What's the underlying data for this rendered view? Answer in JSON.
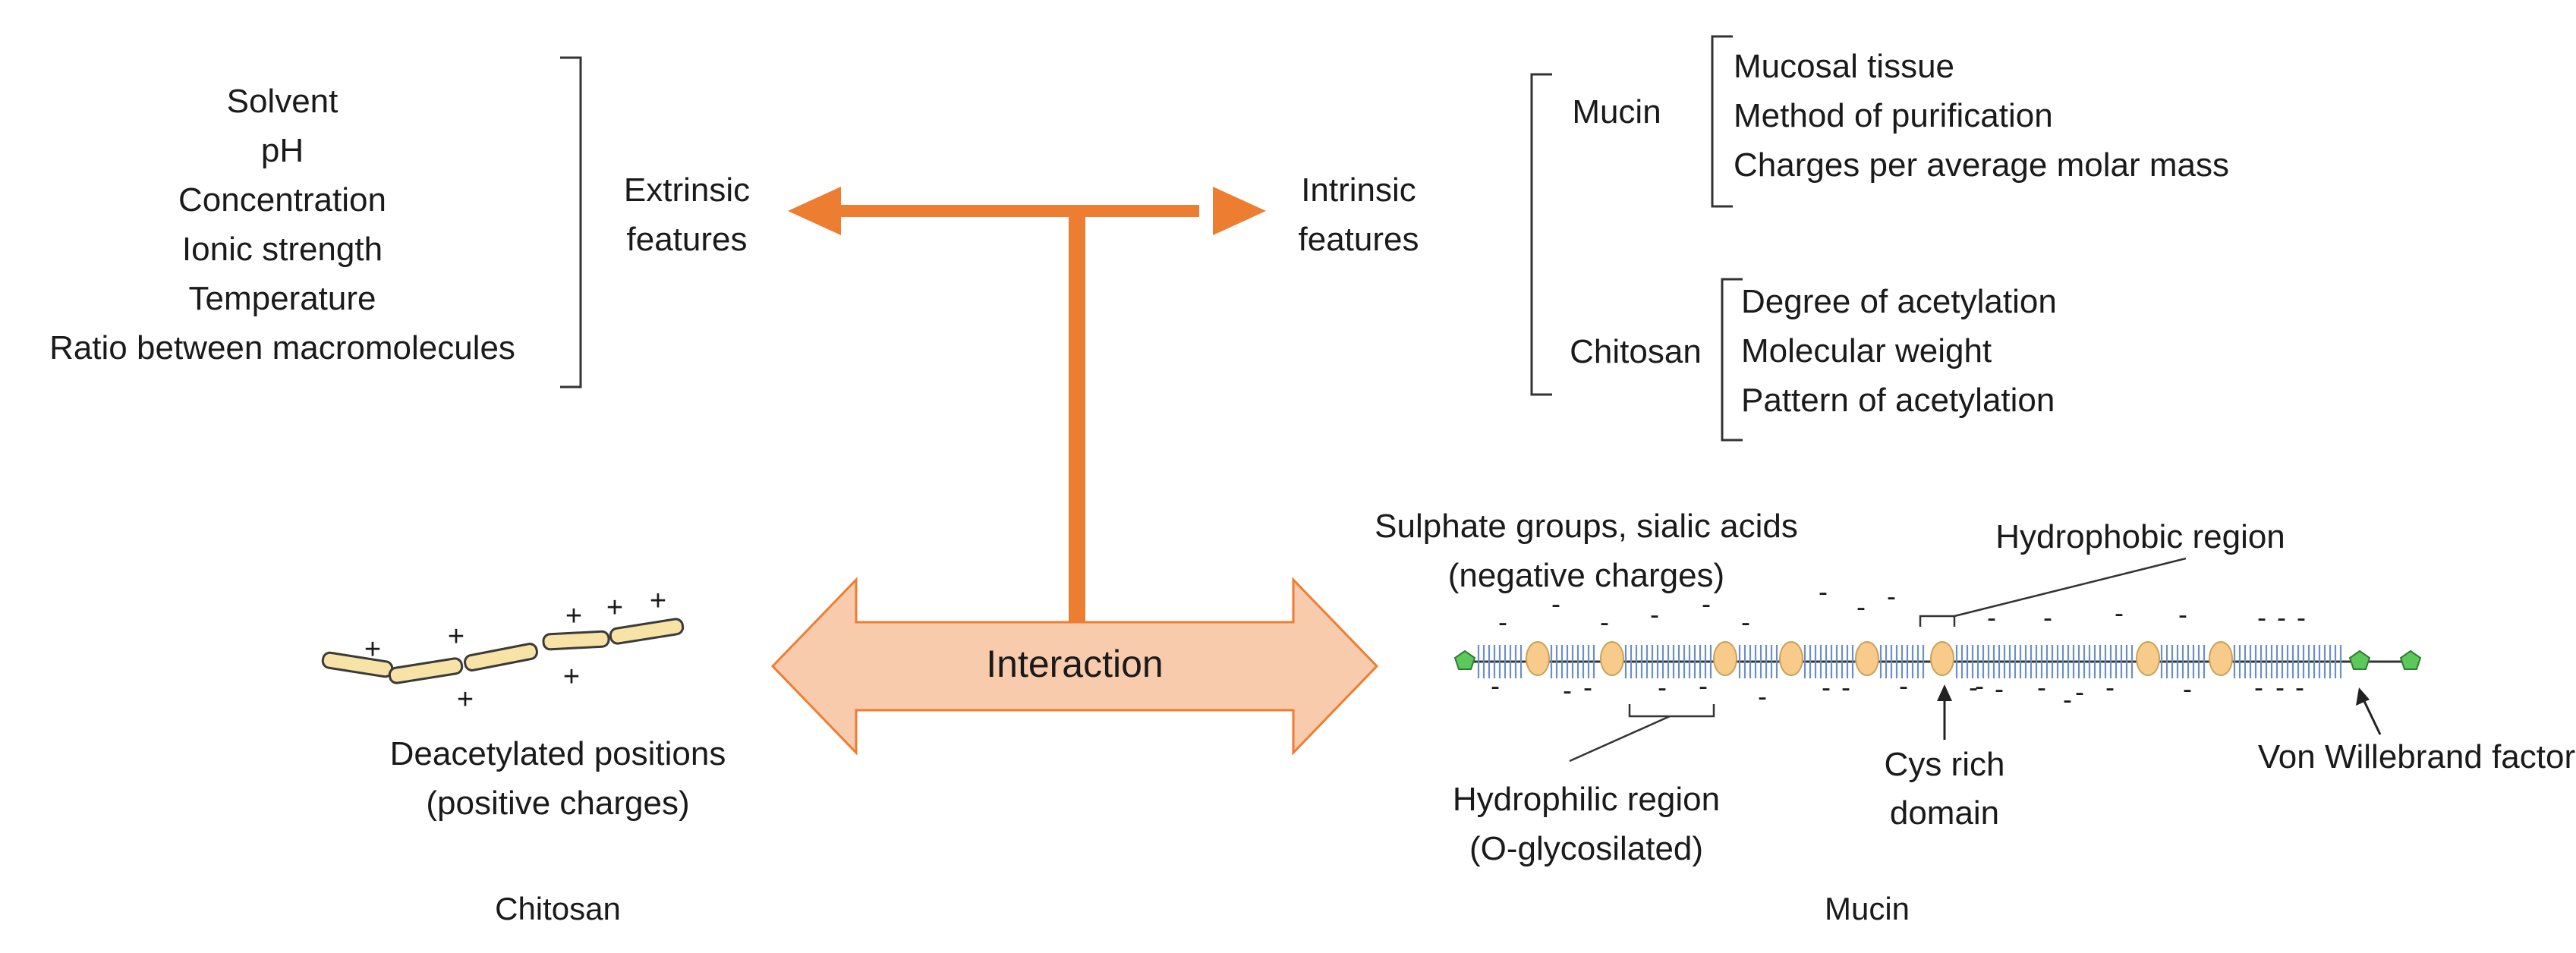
{
  "colors": {
    "orange": "#ED7D31",
    "orange_light": "#F8CBAD",
    "chitosan_fill": "#F7E3A6",
    "chitosan_stroke": "#3A3A3A",
    "cys_fill": "#F9CB8B",
    "vwf_fill": "#5CC85C",
    "glycan": "#6A8FC7"
  },
  "extrinsic": {
    "items": [
      "Solvent",
      "pH",
      "Concentration",
      "Ionic strength",
      "Temperature",
      "Ratio between macromolecules"
    ],
    "label_line1": "Extrinsic",
    "label_line2": "features"
  },
  "intrinsic": {
    "label_line1": "Intrinsic",
    "label_line2": "features",
    "mucin": {
      "label": "Mucin",
      "items": [
        "Mucosal tissue",
        "Method of purification",
        "Charges per average molar mass"
      ]
    },
    "chitosan": {
      "label": "Chitosan",
      "items": [
        "Degree of acetylation",
        "Molecular weight",
        "Pattern of acetylation"
      ]
    }
  },
  "interaction": {
    "label": "Interaction"
  },
  "chitosan_panel": {
    "caption_line1": "Deacetylated positions",
    "caption_line2": "(positive charges)",
    "title": "Chitosan",
    "charge_symbol": "+"
  },
  "mucin_panel": {
    "sulphate_line1": "Sulphate groups, sialic acids",
    "sulphate_line2": "(negative charges)",
    "hydrophobic": "Hydrophobic region",
    "hydrophilic_line1": "Hydrophilic region",
    "hydrophilic_line2": "(O-glycosilated)",
    "cys_line1": "Cys rich",
    "cys_line2": "domain",
    "vwf": "Von Willebrand factor",
    "title": "Mucin",
    "charge_symbol": "-"
  }
}
